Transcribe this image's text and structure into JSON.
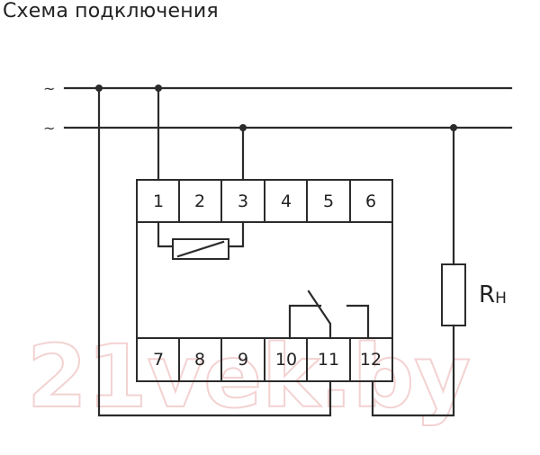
{
  "title": "Схема подключения",
  "phase_symbols": [
    "~",
    "~"
  ],
  "terminals_top": [
    "1",
    "2",
    "3",
    "4",
    "5",
    "6"
  ],
  "terminals_bottom": [
    "7",
    "8",
    "9",
    "10",
    "11",
    "12"
  ],
  "load": {
    "label_main": "R",
    "label_sub": "H"
  },
  "watermark": "21vek.by",
  "colors": {
    "line": "#2b2b2b",
    "watermark": "#f3d2d2"
  }
}
